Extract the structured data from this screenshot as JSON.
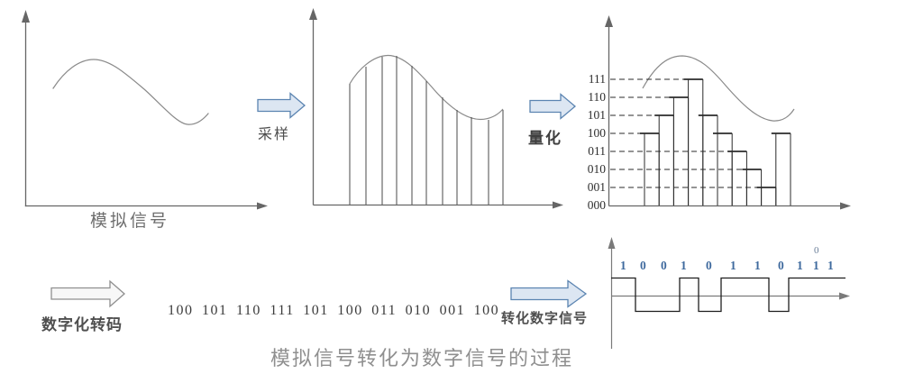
{
  "caption": "模拟信号转化为数字信号的过程",
  "colors": {
    "axis_gray": "#6f6f6f",
    "curve_gray": "#8a8a8a",
    "ink": "#2b2b2b",
    "bit_blue": "#3f6a9e",
    "blue_arrow_fill": "#dce6f2",
    "blue_arrow_stroke": "#5b84b1",
    "gray_arrow_fill": "#f7f7f7",
    "gray_arrow_stroke": "#8f8f8f"
  },
  "panels": {
    "analog": {
      "label": "模拟信号"
    },
    "sampled": {
      "samples": [
        [
          388,
          93
        ],
        [
          406,
          74
        ],
        [
          424,
          63
        ],
        [
          440,
          62
        ],
        [
          457,
          73
        ],
        [
          473,
          90
        ],
        [
          491,
          108
        ],
        [
          507,
          122
        ],
        [
          523,
          130
        ],
        [
          542,
          133
        ],
        [
          558,
          122
        ]
      ]
    },
    "quantized": {
      "levels_top_down": [
        "111",
        "110",
        "101",
        "100",
        "011",
        "010",
        "001",
        "000"
      ],
      "bar_codes": [
        "100",
        "101",
        "110",
        "111",
        "101",
        "100",
        "011",
        "010",
        "001",
        "100"
      ]
    }
  },
  "arrows": {
    "sampling": {
      "label": "采样"
    },
    "quantize": {
      "label": "量化"
    },
    "transcode": {
      "label": "数字化转码"
    },
    "to_digital": {
      "label": "转化数字信号"
    }
  },
  "bottom": {
    "code_sequence": "100 101 110 111 101 100 011 010 001 100",
    "digital": {
      "bits": [
        "1",
        "0",
        "0",
        "1",
        "0",
        "1",
        "1",
        "0",
        "1",
        "1",
        "1"
      ],
      "stray_bit": "0"
    }
  }
}
